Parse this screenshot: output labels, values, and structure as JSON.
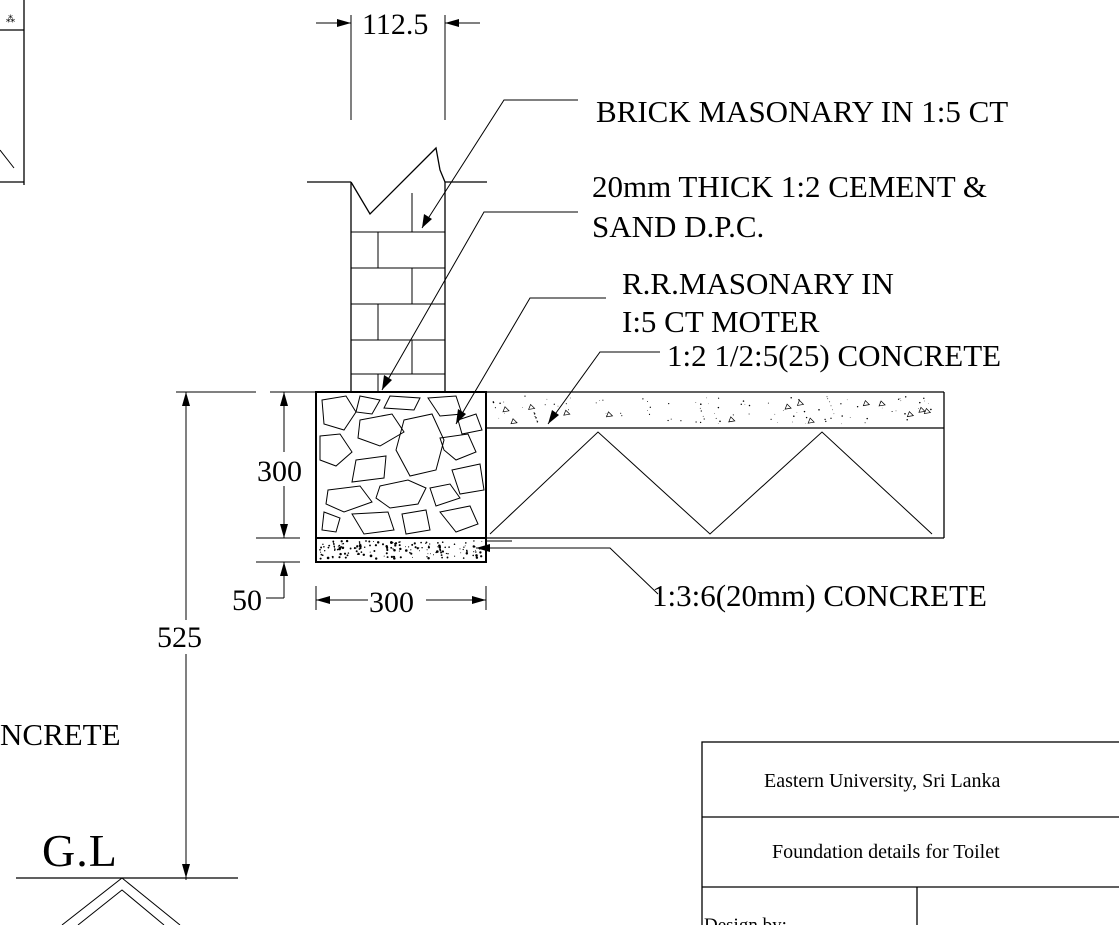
{
  "dimensions": {
    "wall_thickness": "112.5",
    "footing_depth": "300",
    "blinding_thickness": "50",
    "footing_width": "300",
    "overall_depth": "525"
  },
  "labels": {
    "brick_masonry": "BRICK MASONARY IN 1:5 CT",
    "dpc_line1": "20mm THICK 1:2 CEMENT &",
    "dpc_line2": "SAND D.P.C.",
    "rr_masonry_line1": "R.R.MASONARY IN",
    "rr_masonry_line2": "I:5 CT MOTER",
    "floor_concrete": "1:2 1/2:5(25) CONCRETE",
    "blinding_concrete": "1:3:6(20mm) CONCRETE",
    "cut_concrete": "NCRETE",
    "ground_level": "G.L"
  },
  "title_block": {
    "institution": "Eastern University, Sri Lanka",
    "drawing_title": "Foundation details for Toilet",
    "design_by": "Design by:-"
  }
}
